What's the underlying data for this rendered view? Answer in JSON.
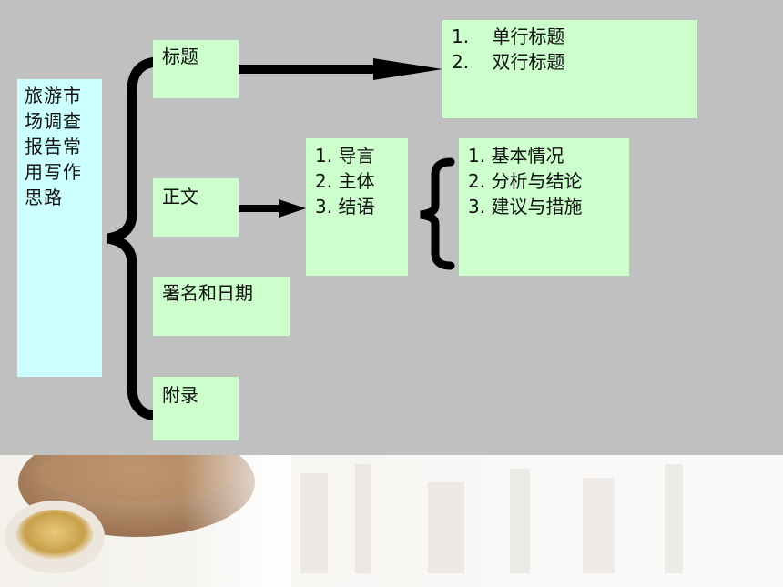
{
  "root": {
    "lines": [
      "旅游市",
      "场调查",
      "报告常",
      "用写作",
      "思路"
    ]
  },
  "sections": [
    {
      "label": "标题"
    },
    {
      "label": "正文"
    },
    {
      "label": "署名和日期"
    },
    {
      "label": "附录"
    }
  ],
  "title_types": [
    {
      "num": "1.",
      "text": "单行标题"
    },
    {
      "num": "2.",
      "text": "双行标题"
    }
  ],
  "body_parts": [
    {
      "num": "1.",
      "text": "导言"
    },
    {
      "num": "2.",
      "text": "主体"
    },
    {
      "num": "3.",
      "text": "结语"
    }
  ],
  "main_body_items": [
    {
      "num": "1.",
      "text": "基本情况"
    },
    {
      "num": "2.",
      "text": "分析与结论"
    },
    {
      "num": "3.",
      "text": "建议与措施"
    }
  ],
  "colors": {
    "background": "#c0c0c0",
    "box_green": "#ccffcc",
    "box_cyan": "#ccffff",
    "connector": "#000000"
  }
}
